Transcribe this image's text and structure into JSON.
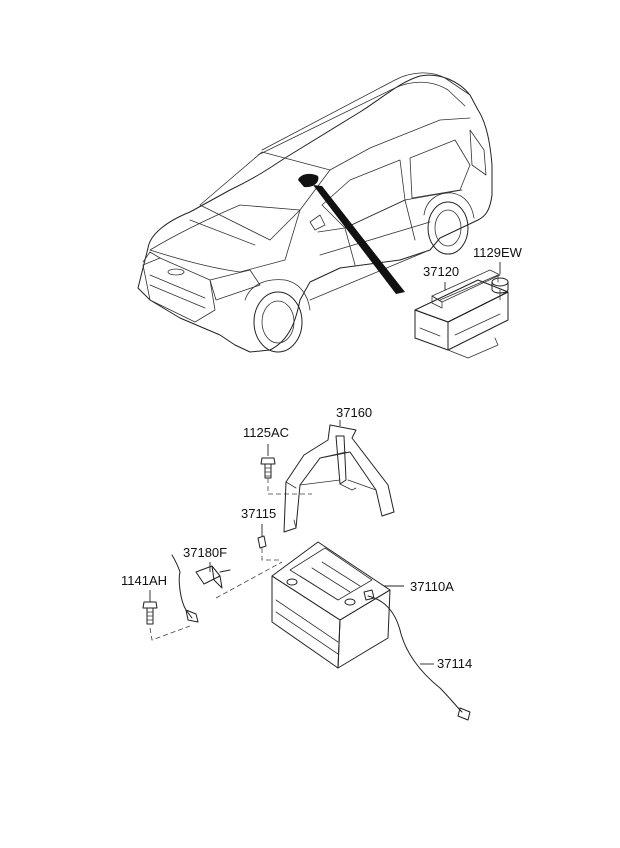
{
  "diagram": {
    "parts": [
      {
        "id": "part-37120",
        "code": "37120",
        "name": "control-module"
      },
      {
        "id": "part-1129ew",
        "code": "1129EW",
        "name": "nut"
      },
      {
        "id": "part-37160",
        "code": "37160",
        "name": "battery-bracket"
      },
      {
        "id": "part-1125ac",
        "code": "1125AC",
        "name": "bracket-bolt"
      },
      {
        "id": "part-37115",
        "code": "37115",
        "name": "battery-clamp"
      },
      {
        "id": "part-37180f",
        "code": "37180F",
        "name": "battery-sensor"
      },
      {
        "id": "part-1141ah",
        "code": "1141AH",
        "name": "sensor-bolt"
      },
      {
        "id": "part-37110a",
        "code": "37110A",
        "name": "battery"
      },
      {
        "id": "part-37114",
        "code": "37114",
        "name": "ground-cable"
      }
    ]
  }
}
